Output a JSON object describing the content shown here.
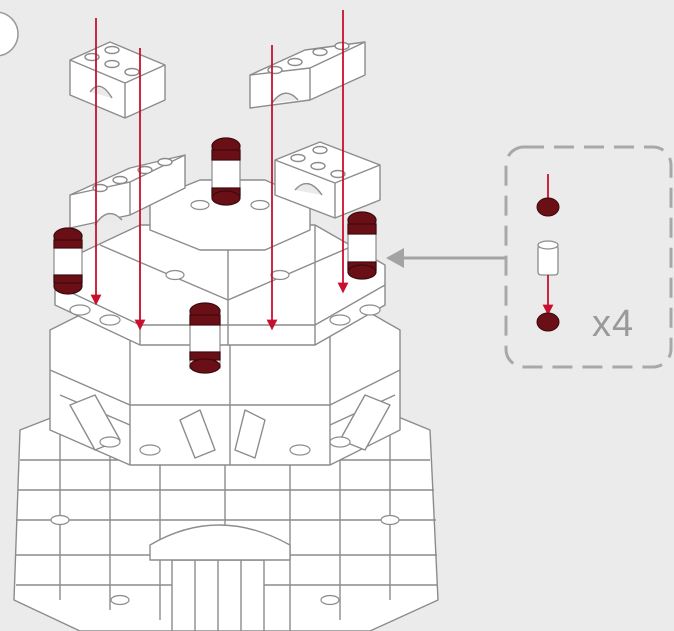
{
  "instruction": {
    "quantity_label": "x4"
  },
  "colors": {
    "background": "#ebebeb",
    "brick_fill": "#ffffff",
    "brick_outline": "#8c8c8c",
    "arrow": "#c8102e",
    "dark_red_piece": "#6b0f16",
    "callout_border": "#a8a8a8",
    "callout_arrow": "#a3a3a3"
  },
  "parts": {
    "arch_bricks": 4,
    "round_column_assemblies": 4,
    "callout_sequence": [
      "dark-red-round-plate",
      "white-round-brick",
      "dark-red-round-plate"
    ]
  }
}
